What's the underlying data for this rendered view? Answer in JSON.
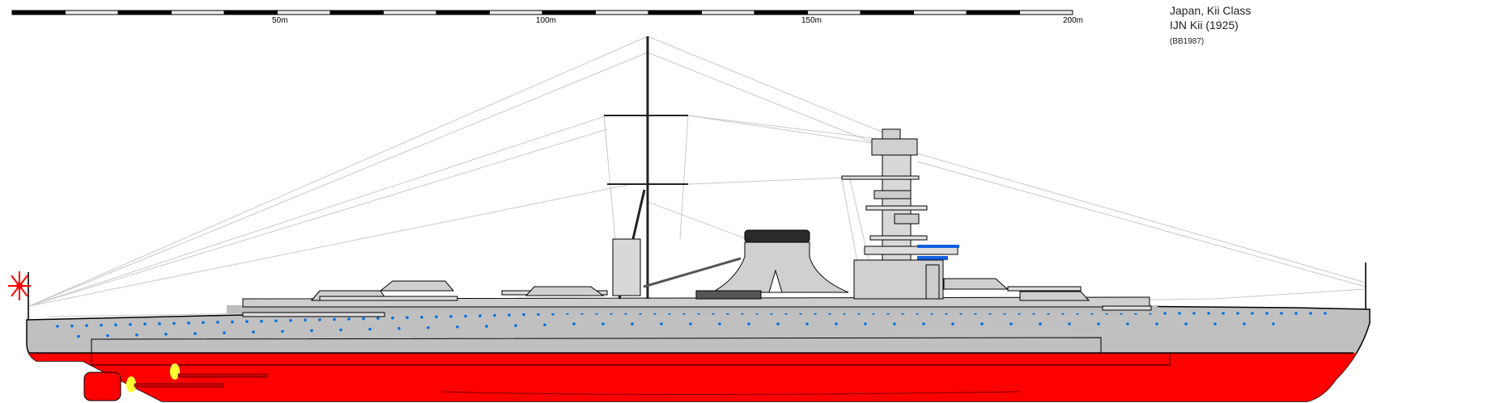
{
  "scale_bar": {
    "unit": "m",
    "segment_m": 10,
    "total_m": 200,
    "labels": [
      "50m",
      "100m",
      "150m",
      "200m"
    ]
  },
  "caption": {
    "line1": "Japan, Kii Class",
    "line2": "IJN Kii (1925)",
    "line3": "(BB1987)"
  },
  "colors": {
    "hull": "#c0c0c0",
    "antifouling": "#ff0000",
    "outline": "#000000",
    "porthole": "#0070e0",
    "rigging": "#c8c8c8"
  }
}
